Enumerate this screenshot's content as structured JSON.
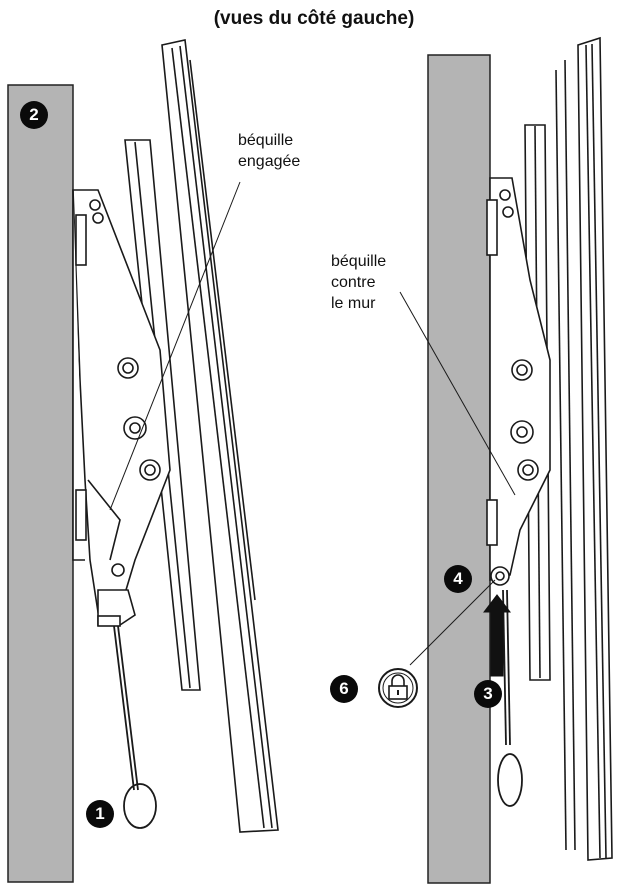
{
  "title": "(vues du côté gauche)",
  "left_view": {
    "step_number": "2",
    "pull_step_number": "1",
    "callout_line1": "béquille",
    "callout_line2": "engagée"
  },
  "right_view": {
    "callout_line1": "béquille",
    "callout_line2": "contre",
    "callout_line3": "le mur",
    "step_4": "4",
    "step_3": "3",
    "step_6": "6",
    "lock_icon": "padlock-icon",
    "arrow_icon": "arrow-up-icon"
  },
  "colors": {
    "wall": "#b4b4b4",
    "line": "#1a1a1a",
    "badge": "#0a0a0a"
  }
}
